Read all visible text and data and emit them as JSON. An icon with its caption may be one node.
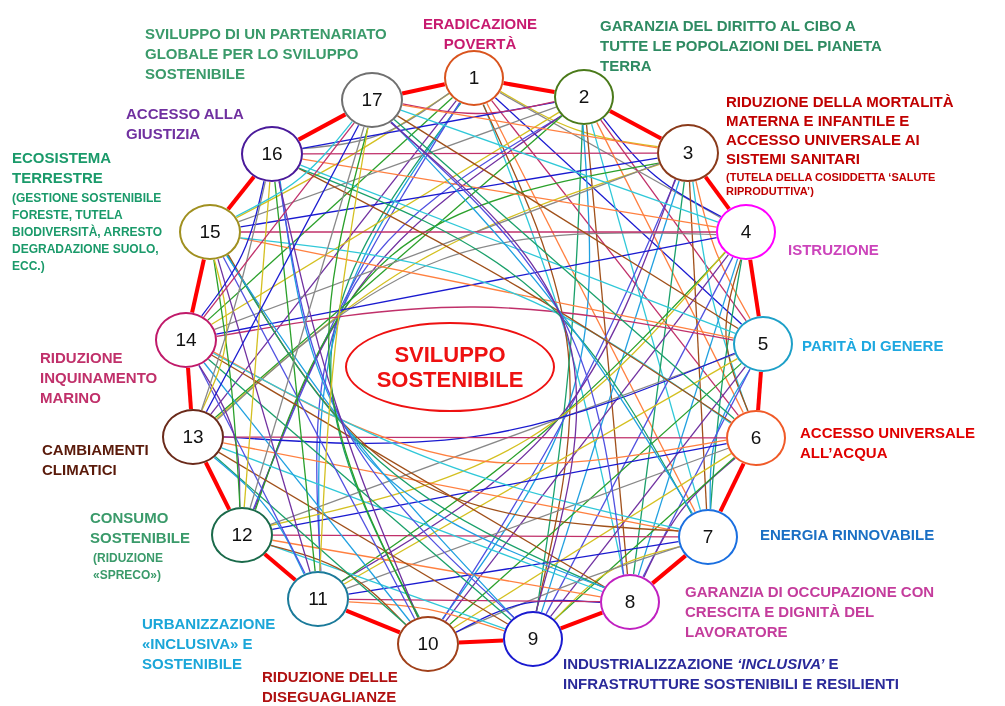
{
  "diagram": {
    "nodes": [
      {
        "text": [
          "1"
        ],
        "beside": [
          "ERADICAZIONE POVERTÀ"
        ]
      },
      {
        "text": [
          "2"
        ],
        "beside": [
          "GARANZIA DEL DIRITTO AL CIBO A TUTTE LE POPOLAZIONI DEL PIANETA TERRA"
        ]
      },
      {
        "text": [
          "3"
        ],
        "beside": [
          "RIDUZIONE DELLA MORTALITÀ MATERNA E INFANTILE E ACCESSO UNIVERSALE AI SISTEMI SANITARI",
          "(TUTELA DELLA COSIDDETTA ‘SALUTE RIPRODUTTIVA’)"
        ]
      },
      {
        "text": [
          "4"
        ],
        "beside": [
          "ISTRUZIONE"
        ]
      },
      {
        "text": [
          "5"
        ],
        "beside": [
          "PARITÀ DI GENERE"
        ]
      },
      {
        "text": [
          "6"
        ],
        "beside": [
          "ACCESSO UNIVERSALE ALL’ACQUA"
        ]
      },
      {
        "text": [
          "7"
        ],
        "beside": [
          "ENERGIA RINNOVABILE"
        ]
      },
      {
        "text": [
          "8"
        ],
        "beside": [
          "GARANZIA DI OCCUPAZIONE CON CRESCITA E DIGNITÀ DEL LAVORATORE"
        ]
      },
      {
        "text": [
          "9"
        ],
        "beside": [
          "INDUSTRIALIZZAZIONE *‘INCLUSIVA’* E INFRASTRUTTURE SOSTENIBILI E RESILIENTI"
        ]
      },
      {
        "text": [
          "10"
        ],
        "beside": [
          "RIDUZIONE DELLE DISEGUAGLIANZE"
        ]
      },
      {
        "text": [
          "11"
        ],
        "beside": [
          "URBANIZZAZIONE «INCLUSIVA» E SOSTENIBILE"
        ]
      },
      {
        "text": [
          "12"
        ],
        "beside": [
          "CONSUMO SOSTENIBILE",
          "(RIDUZIONE «SPRECO»)"
        ]
      },
      {
        "text": [
          "13"
        ],
        "beside": [
          "CAMBIAMENTI CLIMATICI"
        ]
      },
      {
        "text": [
          "14"
        ],
        "beside": [
          "RIDUZIONE INQUINAMENTO MARINO"
        ]
      },
      {
        "text": [
          "15"
        ],
        "beside": [
          "ECOSISTEMA TERRESTRE",
          "(GESTIONE SOSTENIBILE FORESTE, TUTELA BIODIVERSITÀ, ARRESTO DEGRADAZIONE SUOLO, ECC.)"
        ]
      },
      {
        "text": [
          "16"
        ],
        "beside": [
          "ACCESSO ALLA GIUSTIZIA"
        ]
      },
      {
        "text": [
          "17"
        ],
        "beside": [
          "SVILUPPO DI UN PARTENARIATO GLOBALE PER LO SVILUPPO SOSTENIBILE"
        ]
      },
      {
        "text": [
          "SVILUPPO SOSTENIBILE"
        ]
      }
    ],
    "edges": [
      {
        "from": 0,
        "to": 1,
        "arrow": "none",
        "style": "thick",
        "color": "#ff0000"
      },
      {
        "from": 0,
        "to": 2,
        "arrow": "none",
        "color": "#d4c020"
      },
      {
        "from": 0,
        "to": 3,
        "arrow": "none",
        "color": "#888888"
      },
      {
        "from": 0,
        "to": 4,
        "arrow": "none",
        "color": "#1a1ad0"
      },
      {
        "from": 0,
        "to": 5,
        "arrow": "none",
        "color": "#c0306a"
      },
      {
        "from": 0,
        "to": 6,
        "arrow": "none",
        "color": "#ff8040"
      },
      {
        "from": 0,
        "to": 7,
        "arrow": "none",
        "color": "#30c8d8"
      },
      {
        "from": 0,
        "to": 8,
        "arrow": "none",
        "color": "#a0501a"
      },
      {
        "from": 0,
        "to": 9,
        "arrow": "none",
        "color": "#1aa06a"
      },
      {
        "from": 0,
        "to": 10,
        "arrow": "none",
        "color": "#20a0e0"
      },
      {
        "from": 0,
        "to": 11,
        "arrow": "none",
        "color": "#5050e0"
      },
      {
        "from": 0,
        "to": 12,
        "arrow": "none",
        "color": "#7030a0"
      },
      {
        "from": 0,
        "to": 13,
        "arrow": "none",
        "color": "#2aa02a"
      },
      {
        "from": 0,
        "to": 14,
        "arrow": "none",
        "color": "#d4c020"
      },
      {
        "from": 0,
        "to": 15,
        "arrow": "none",
        "color": "#888888"
      },
      {
        "from": 0,
        "to": 16,
        "arrow": "none",
        "style": "thick",
        "color": "#ff0000"
      },
      {
        "from": 1,
        "to": 2,
        "arrow": "none",
        "style": "thick",
        "color": "#ff0000"
      },
      {
        "from": 1,
        "to": 3,
        "arrow": "none",
        "color": "#1a1ad0"
      },
      {
        "from": 1,
        "to": 4,
        "arrow": "none",
        "color": "#c0306a"
      },
      {
        "from": 1,
        "to": 5,
        "arrow": "none",
        "color": "#ff8040"
      },
      {
        "from": 1,
        "to": 6,
        "arrow": "none",
        "color": "#30c8d8"
      },
      {
        "from": 1,
        "to": 7,
        "arrow": "none",
        "color": "#a0501a"
      },
      {
        "from": 1,
        "to": 8,
        "arrow": "none",
        "color": "#1aa06a"
      },
      {
        "from": 1,
        "to": 9,
        "arrow": "none",
        "color": "#20a0e0"
      },
      {
        "from": 1,
        "to": 10,
        "arrow": "none",
        "color": "#5050e0"
      },
      {
        "from": 1,
        "to": 11,
        "arrow": "none",
        "color": "#7030a0"
      },
      {
        "from": 1,
        "to": 12,
        "arrow": "none",
        "color": "#2aa02a"
      },
      {
        "from": 1,
        "to": 13,
        "arrow": "none",
        "color": "#d4c020"
      },
      {
        "from": 1,
        "to": 14,
        "arrow": "none",
        "color": "#888888"
      },
      {
        "from": 1,
        "to": 15,
        "arrow": "none",
        "color": "#1a1ad0"
      },
      {
        "from": 1,
        "to": 16,
        "arrow": "none",
        "color": "#c0306a"
      },
      {
        "from": 2,
        "to": 3,
        "arrow": "none",
        "style": "thick",
        "color": "#ff0000"
      },
      {
        "from": 2,
        "to": 4,
        "arrow": "none",
        "color": "#ff8040"
      },
      {
        "from": 2,
        "to": 5,
        "arrow": "none",
        "color": "#30c8d8"
      },
      {
        "from": 2,
        "to": 6,
        "arrow": "none",
        "color": "#a0501a"
      },
      {
        "from": 2,
        "to": 7,
        "arrow": "none",
        "color": "#1aa06a"
      },
      {
        "from": 2,
        "to": 8,
        "arrow": "none",
        "color": "#20a0e0"
      },
      {
        "from": 2,
        "to": 9,
        "arrow": "none",
        "color": "#5050e0"
      },
      {
        "from": 2,
        "to": 10,
        "arrow": "none",
        "color": "#7030a0"
      },
      {
        "from": 2,
        "to": 11,
        "arrow": "none",
        "color": "#2aa02a"
      },
      {
        "from": 2,
        "to": 12,
        "arrow": "none",
        "color": "#d4c020"
      },
      {
        "from": 2,
        "to": 13,
        "arrow": "none",
        "color": "#888888"
      },
      {
        "from": 2,
        "to": 14,
        "arrow": "none",
        "color": "#1a1ad0"
      },
      {
        "from": 2,
        "to": 15,
        "arrow": "none",
        "color": "#c0306a"
      },
      {
        "from": 2,
        "to": 16,
        "arrow": "none",
        "color": "#ff8040"
      },
      {
        "from": 3,
        "to": 4,
        "arrow": "none",
        "style": "thick",
        "color": "#ff0000"
      },
      {
        "from": 3,
        "to": 5,
        "arrow": "none",
        "color": "#a0501a"
      },
      {
        "from": 3,
        "to": 6,
        "arrow": "none",
        "color": "#1aa06a"
      },
      {
        "from": 3,
        "to": 7,
        "arrow": "none",
        "color": "#20a0e0"
      },
      {
        "from": 3,
        "to": 8,
        "arrow": "none",
        "color": "#5050e0"
      },
      {
        "from": 3,
        "to": 9,
        "arrow": "none",
        "color": "#7030a0"
      },
      {
        "from": 3,
        "to": 10,
        "arrow": "none",
        "color": "#2aa02a"
      },
      {
        "from": 3,
        "to": 11,
        "arrow": "none",
        "color": "#d4c020"
      },
      {
        "from": 3,
        "to": 12,
        "arrow": "none",
        "color": "#888888"
      },
      {
        "from": 3,
        "to": 13,
        "arrow": "none",
        "color": "#1a1ad0"
      },
      {
        "from": 3,
        "to": 14,
        "arrow": "none",
        "color": "#c0306a"
      },
      {
        "from": 3,
        "to": 15,
        "arrow": "none",
        "color": "#ff8040"
      },
      {
        "from": 3,
        "to": 16,
        "arrow": "none",
        "color": "#30c8d8"
      },
      {
        "from": 4,
        "to": 5,
        "arrow": "none",
        "style": "thick",
        "color": "#ff0000"
      },
      {
        "from": 4,
        "to": 6,
        "arrow": "none",
        "color": "#20a0e0"
      },
      {
        "from": 4,
        "to": 7,
        "arrow": "none",
        "color": "#5050e0"
      },
      {
        "from": 4,
        "to": 8,
        "arrow": "none",
        "color": "#7030a0"
      },
      {
        "from": 4,
        "to": 9,
        "arrow": "none",
        "color": "#2aa02a"
      },
      {
        "from": 4,
        "to": 10,
        "arrow": "none",
        "color": "#d4c020"
      },
      {
        "from": 4,
        "to": 11,
        "arrow": "none",
        "color": "#888888"
      },
      {
        "from": 4,
        "to": 12,
        "arrow": "none",
        "color": "#1a1ad0"
      },
      {
        "from": 4,
        "to": 13,
        "arrow": "none",
        "color": "#c0306a"
      },
      {
        "from": 4,
        "to": 14,
        "arrow": "none",
        "color": "#ff8040"
      },
      {
        "from": 4,
        "to": 15,
        "arrow": "none",
        "color": "#30c8d8"
      },
      {
        "from": 4,
        "to": 16,
        "arrow": "none",
        "color": "#a0501a"
      },
      {
        "from": 5,
        "to": 6,
        "arrow": "none",
        "style": "thick",
        "color": "#ff0000"
      },
      {
        "from": 5,
        "to": 7,
        "arrow": "none",
        "color": "#7030a0"
      },
      {
        "from": 5,
        "to": 8,
        "arrow": "none",
        "color": "#2aa02a"
      },
      {
        "from": 5,
        "to": 9,
        "arrow": "none",
        "color": "#d4c020"
      },
      {
        "from": 5,
        "to": 10,
        "arrow": "none",
        "color": "#888888"
      },
      {
        "from": 5,
        "to": 11,
        "arrow": "none",
        "color": "#1a1ad0"
      },
      {
        "from": 5,
        "to": 12,
        "arrow": "none",
        "color": "#c0306a"
      },
      {
        "from": 5,
        "to": 13,
        "arrow": "none",
        "color": "#ff8040"
      },
      {
        "from": 5,
        "to": 14,
        "arrow": "none",
        "color": "#30c8d8"
      },
      {
        "from": 5,
        "to": 15,
        "arrow": "none",
        "color": "#a0501a"
      },
      {
        "from": 5,
        "to": 16,
        "arrow": "none",
        "color": "#1aa06a"
      },
      {
        "from": 6,
        "to": 7,
        "arrow": "none",
        "style": "thick",
        "color": "#ff0000"
      },
      {
        "from": 6,
        "to": 8,
        "arrow": "none",
        "color": "#d4c020"
      },
      {
        "from": 6,
        "to": 9,
        "arrow": "none",
        "color": "#888888"
      },
      {
        "from": 6,
        "to": 10,
        "arrow": "none",
        "color": "#1a1ad0"
      },
      {
        "from": 6,
        "to": 11,
        "arrow": "none",
        "color": "#c0306a"
      },
      {
        "from": 6,
        "to": 12,
        "arrow": "none",
        "color": "#ff8040"
      },
      {
        "from": 6,
        "to": 13,
        "arrow": "none",
        "color": "#30c8d8"
      },
      {
        "from": 6,
        "to": 14,
        "arrow": "none",
        "color": "#a0501a"
      },
      {
        "from": 6,
        "to": 15,
        "arrow": "none",
        "color": "#1aa06a"
      },
      {
        "from": 6,
        "to": 16,
        "arrow": "none",
        "color": "#20a0e0"
      },
      {
        "from": 7,
        "to": 8,
        "arrow": "none",
        "style": "thick",
        "color": "#ff0000"
      },
      {
        "from": 7,
        "to": 9,
        "arrow": "none",
        "color": "#1a1ad0"
      },
      {
        "from": 7,
        "to": 10,
        "arrow": "none",
        "color": "#c0306a"
      },
      {
        "from": 7,
        "to": 11,
        "arrow": "none",
        "color": "#ff8040"
      },
      {
        "from": 7,
        "to": 12,
        "arrow": "none",
        "color": "#30c8d8"
      },
      {
        "from": 7,
        "to": 13,
        "arrow": "none",
        "color": "#a0501a"
      },
      {
        "from": 7,
        "to": 14,
        "arrow": "none",
        "color": "#1aa06a"
      },
      {
        "from": 7,
        "to": 15,
        "arrow": "none",
        "color": "#20a0e0"
      },
      {
        "from": 7,
        "to": 16,
        "arrow": "none",
        "color": "#5050e0"
      },
      {
        "from": 8,
        "to": 9,
        "arrow": "none",
        "style": "thick",
        "color": "#ff0000"
      },
      {
        "from": 8,
        "to": 10,
        "arrow": "none",
        "color": "#ff8040"
      },
      {
        "from": 8,
        "to": 11,
        "arrow": "none",
        "color": "#30c8d8"
      },
      {
        "from": 8,
        "to": 12,
        "arrow": "none",
        "color": "#a0501a"
      },
      {
        "from": 8,
        "to": 13,
        "arrow": "none",
        "color": "#1aa06a"
      },
      {
        "from": 8,
        "to": 14,
        "arrow": "none",
        "color": "#20a0e0"
      },
      {
        "from": 8,
        "to": 15,
        "arrow": "none",
        "color": "#5050e0"
      },
      {
        "from": 8,
        "to": 16,
        "arrow": "none",
        "color": "#7030a0"
      },
      {
        "from": 9,
        "to": 10,
        "arrow": "none",
        "style": "thick",
        "color": "#ff0000"
      },
      {
        "from": 9,
        "to": 11,
        "arrow": "none",
        "color": "#a0501a"
      },
      {
        "from": 9,
        "to": 12,
        "arrow": "none",
        "color": "#1aa06a"
      },
      {
        "from": 9,
        "to": 13,
        "arrow": "none",
        "color": "#20a0e0"
      },
      {
        "from": 9,
        "to": 14,
        "arrow": "none",
        "color": "#5050e0"
      },
      {
        "from": 9,
        "to": 15,
        "arrow": "none",
        "color": "#7030a0"
      },
      {
        "from": 9,
        "to": 16,
        "arrow": "none",
        "color": "#2aa02a"
      },
      {
        "from": 10,
        "to": 11,
        "arrow": "none",
        "style": "thick",
        "color": "#ff0000"
      },
      {
        "from": 10,
        "to": 12,
        "arrow": "none",
        "color": "#20a0e0"
      },
      {
        "from": 10,
        "to": 13,
        "arrow": "none",
        "color": "#5050e0"
      },
      {
        "from": 10,
        "to": 14,
        "arrow": "none",
        "color": "#7030a0"
      },
      {
        "from": 10,
        "to": 15,
        "arrow": "none",
        "color": "#2aa02a"
      },
      {
        "from": 10,
        "to": 16,
        "arrow": "none",
        "color": "#d4c020"
      },
      {
        "from": 11,
        "to": 12,
        "arrow": "none",
        "style": "thick",
        "color": "#ff0000"
      },
      {
        "from": 11,
        "to": 13,
        "arrow": "none",
        "color": "#7030a0"
      },
      {
        "from": 11,
        "to": 14,
        "arrow": "none",
        "color": "#2aa02a"
      },
      {
        "from": 11,
        "to": 15,
        "arrow": "none",
        "color": "#d4c020"
      },
      {
        "from": 11,
        "to": 16,
        "arrow": "none",
        "color": "#888888"
      },
      {
        "from": 12,
        "to": 13,
        "arrow": "none",
        "style": "thick",
        "color": "#ff0000"
      },
      {
        "from": 12,
        "to": 14,
        "arrow": "none",
        "color": "#d4c020"
      },
      {
        "from": 12,
        "to": 15,
        "arrow": "none",
        "color": "#888888"
      },
      {
        "from": 12,
        "to": 16,
        "arrow": "none",
        "color": "#1a1ad0"
      },
      {
        "from": 13,
        "to": 14,
        "arrow": "none",
        "style": "thick",
        "color": "#ff0000"
      },
      {
        "from": 13,
        "to": 15,
        "arrow": "none",
        "color": "#1a1ad0"
      },
      {
        "from": 13,
        "to": 16,
        "arrow": "none",
        "color": "#c0306a"
      },
      {
        "from": 14,
        "to": 15,
        "arrow": "none",
        "style": "thick",
        "color": "#ff0000"
      },
      {
        "from": 14,
        "to": 16,
        "arrow": "none",
        "color": "#30c8d8"
      },
      {
        "from": 15,
        "to": 16,
        "arrow": "none",
        "style": "thick",
        "color": "#ff0000"
      }
    ]
  }
}
